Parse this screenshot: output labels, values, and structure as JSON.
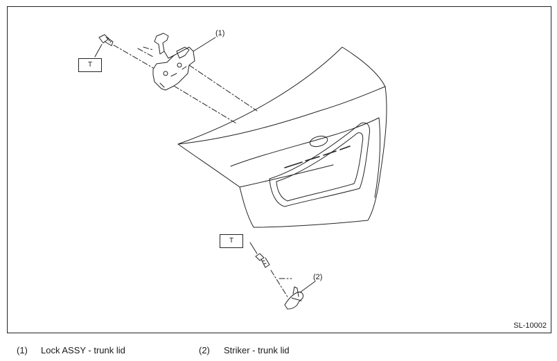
{
  "callouts": {
    "part1": "(1)",
    "part2": "(2)"
  },
  "torque_marks": {
    "upper": "T",
    "lower": "T"
  },
  "figure_id": "SL-10002",
  "legend": [
    {
      "number": "(1)",
      "text": "Lock ASSY - trunk lid"
    },
    {
      "number": "(2)",
      "text": "Striker - trunk lid"
    }
  ],
  "colors": {
    "line": "#222222",
    "background": "#ffffff"
  }
}
